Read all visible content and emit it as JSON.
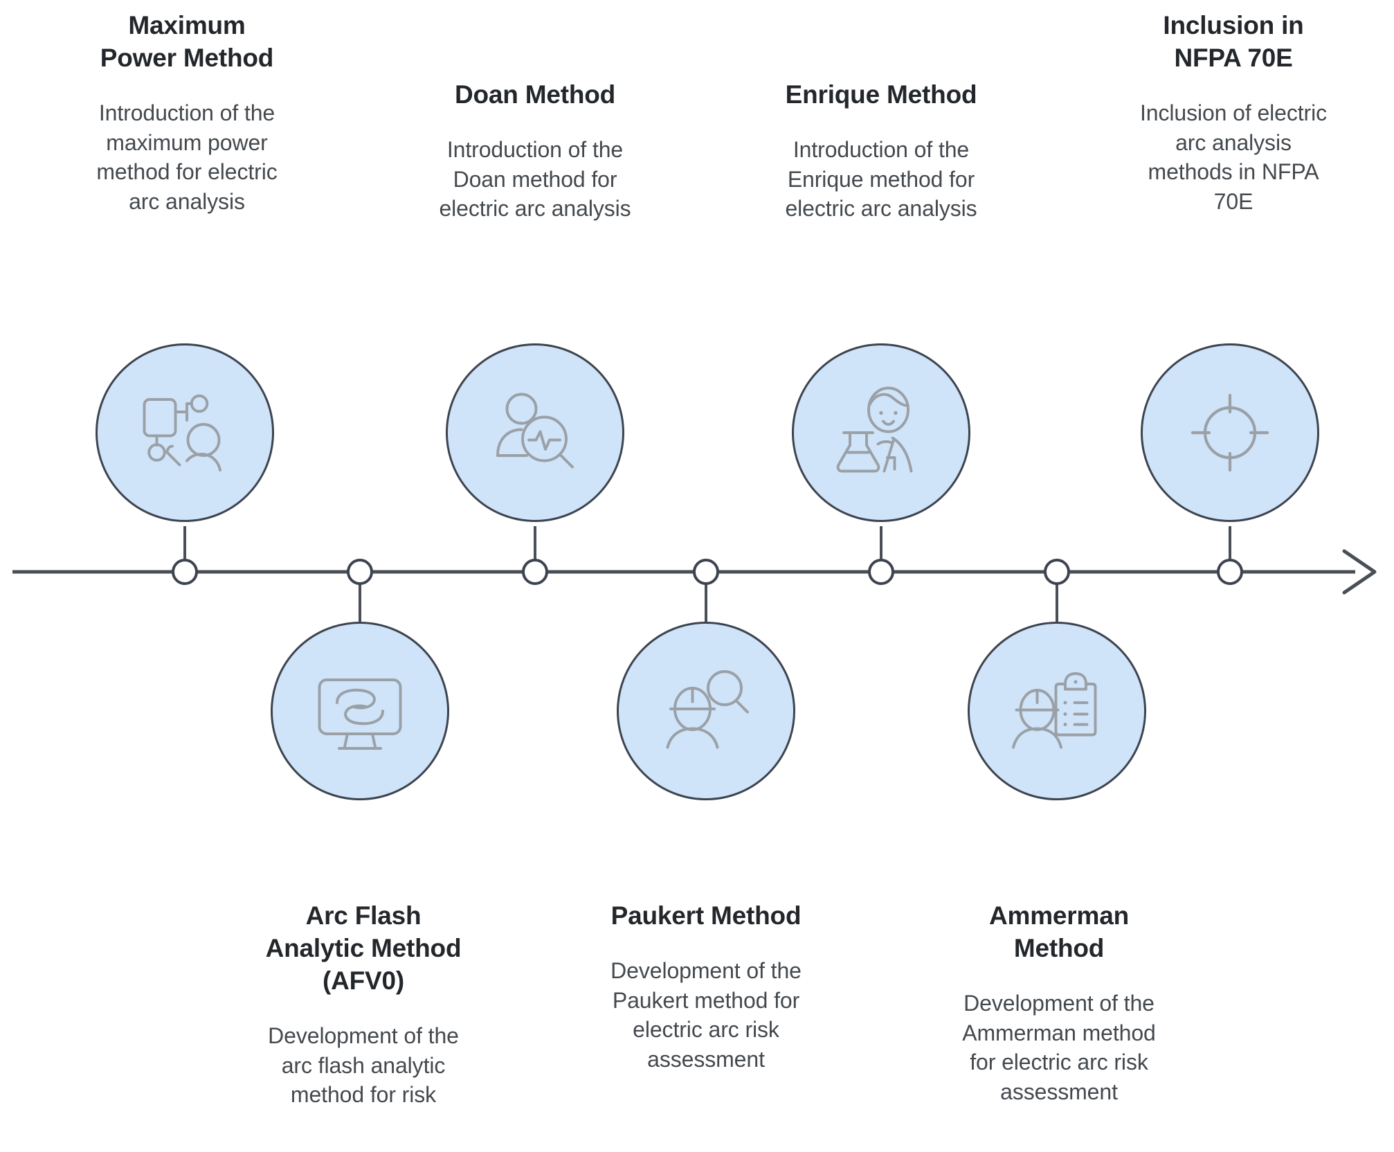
{
  "diagram": {
    "type": "timeline",
    "orientation": "horizontal",
    "axis": {
      "arrow_direction": "right",
      "node_count": 7
    },
    "colors": {
      "circle_fill": "#cfe3f9",
      "circle_stroke": "#3d444f",
      "icon_stroke": "#9aa0a6",
      "axis_stroke": "#4a4f55",
      "title_text": "#23272b",
      "body_text": "#44494e",
      "background": "#ffffff"
    }
  },
  "events": [
    {
      "id": "maximum-power-method",
      "position": "above",
      "title": "Maximum Power Method",
      "title_lines": [
        "Maximum",
        "Power Method"
      ],
      "description": "Introduction of the maximum power method for electric arc analysis",
      "description_lines": [
        "Introduction of the",
        "maximum power",
        "method for electric",
        "arc analysis"
      ],
      "icon": "network-person-icon"
    },
    {
      "id": "arc-flash-analytic-method",
      "position": "below",
      "title": "Arc Flash Analytic Method (AFV0)",
      "title_lines": [
        "Arc Flash",
        "Analytic Method",
        "(AFV0)"
      ],
      "description": "Development of the arc flash analytic method for risk",
      "description_lines": [
        "Development of the",
        "arc flash analytic",
        "method for risk"
      ],
      "icon": "monitor-arc-icon",
      "clipped": true
    },
    {
      "id": "doan-method",
      "position": "above",
      "title": "Doan Method",
      "title_lines": [
        "Doan Method"
      ],
      "description": "Introduction of the Doan method for electric arc analysis",
      "description_lines": [
        "Introduction of the",
        "Doan method for",
        "electric arc analysis"
      ],
      "icon": "person-waveform-search-icon"
    },
    {
      "id": "paukert-method",
      "position": "below",
      "title": "Paukert Method",
      "title_lines": [
        "Paukert Method"
      ],
      "description": "Development of the Paukert method for electric arc risk assessment",
      "description_lines": [
        "Development of the",
        "Paukert method for",
        "electric arc risk",
        "assessment"
      ],
      "icon": "worker-magnifier-icon"
    },
    {
      "id": "enrique-method",
      "position": "above",
      "title": "Enrique Method",
      "title_lines": [
        "Enrique Method"
      ],
      "description": "Introduction of the Enrique method for electric arc analysis",
      "description_lines": [
        "Introduction of the",
        "Enrique method for",
        "electric arc analysis"
      ],
      "icon": "scientist-flask-icon"
    },
    {
      "id": "ammerman-method",
      "position": "below",
      "title": "Ammerman Method",
      "title_lines": [
        "Ammerman",
        "Method"
      ],
      "description": "Development of the Ammerman method for electric arc risk assessment",
      "description_lines": [
        "Development of the",
        "Ammerman method",
        "for electric arc risk",
        "assessment"
      ],
      "icon": "worker-clipboard-icon"
    },
    {
      "id": "inclusion-in-nfpa-70e",
      "position": "above",
      "title": "Inclusion in NFPA 70E",
      "title_lines": [
        "Inclusion in",
        "NFPA 70E"
      ],
      "description": "Inclusion of electric arc analysis methods in NFPA 70E",
      "description_lines": [
        "Inclusion of electric",
        "arc analysis",
        "methods in NFPA",
        "70E"
      ],
      "icon": "target-crosshair-icon"
    }
  ]
}
